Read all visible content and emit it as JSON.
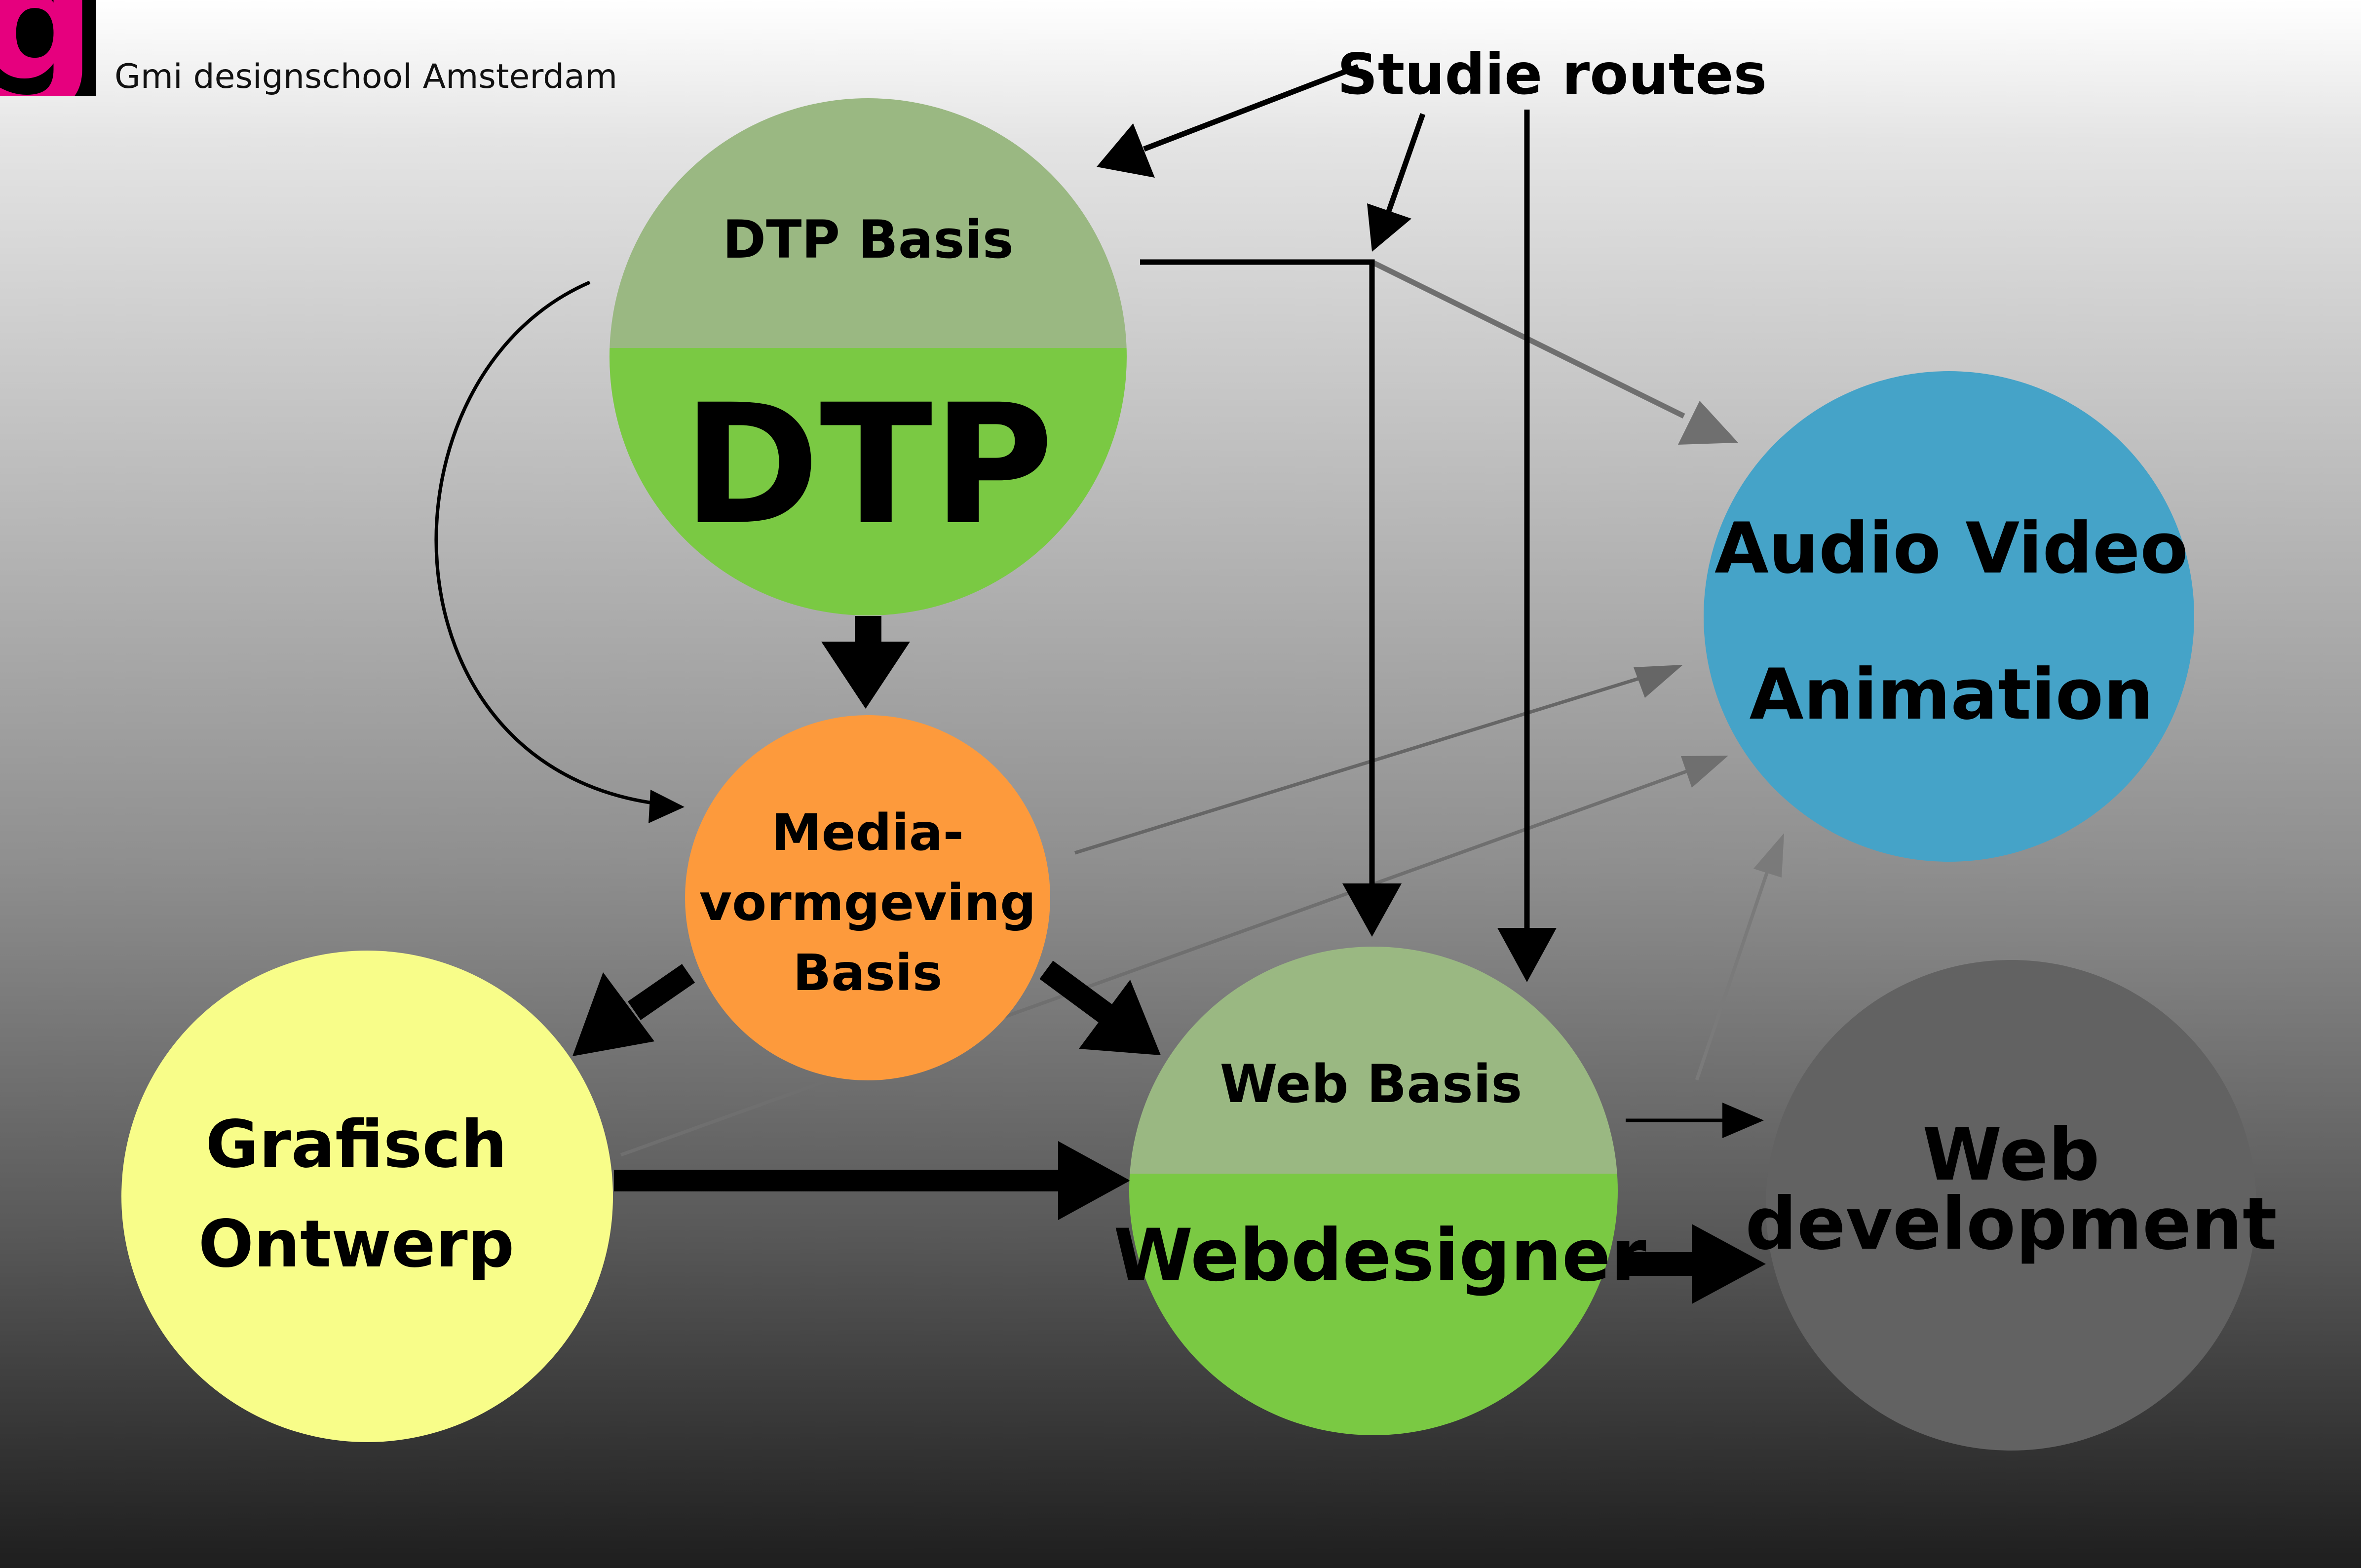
{
  "header": {
    "logo_letter": "g",
    "school_name": "Gmi designschool Amsterdam"
  },
  "legend": {
    "title": "Studie routes"
  },
  "colors": {
    "dtp_top": "#9ab882",
    "dtp_bottom": "#7ac943",
    "media": "#fd9a3c",
    "grafisch": "#f8fd89",
    "web_top": "#9ab882",
    "web_bottom": "#7ac943",
    "audio": "#45a3c8",
    "webdev": "#626262",
    "logo_accent": "#e6007e"
  },
  "nodes": {
    "dtp": {
      "basis_label": "DTP Basis",
      "main_label": "DTP"
    },
    "media": {
      "line1": "Media-",
      "line2": "vormgeving",
      "line3": "Basis"
    },
    "grafisch": {
      "line1": "Grafisch",
      "line2": "Ontwerp"
    },
    "web": {
      "basis_label": "Web Basis",
      "main_label": "Webdesigner"
    },
    "audio": {
      "line1": "Audio Video",
      "line2": "Animation"
    },
    "webdev": {
      "line1": "Web",
      "line2": "development"
    }
  }
}
